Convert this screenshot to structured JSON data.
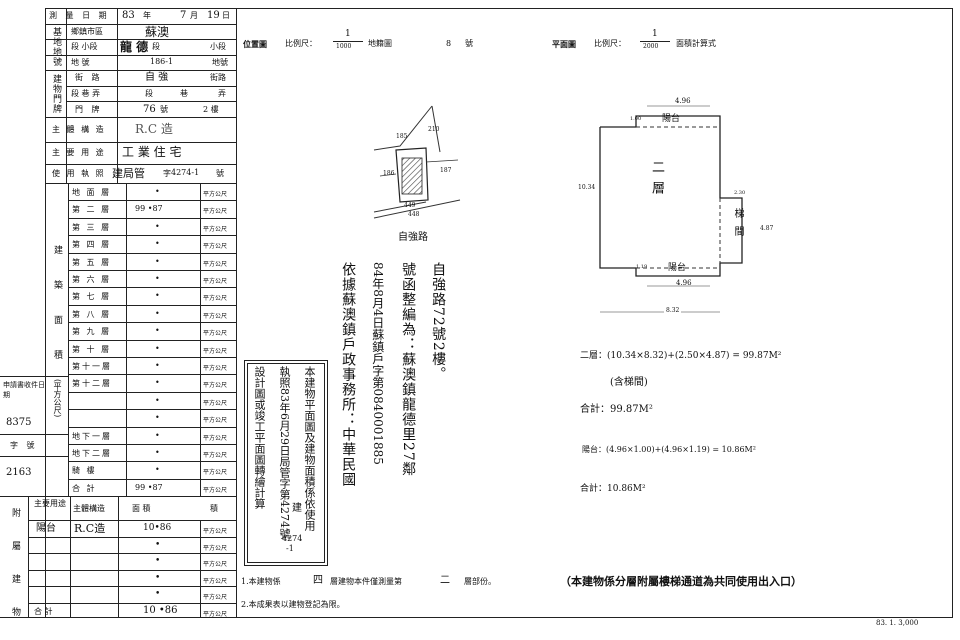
{
  "left_form": {
    "survey_date": {
      "label": "測 量 日 期",
      "year": "83",
      "year_unit": "年",
      "month": "7",
      "month_unit": "月",
      "day": "19",
      "day_unit": "日"
    },
    "site_label": "基地地號",
    "district": {
      "label": "鄉鎮市區",
      "value": "蘇澳"
    },
    "section": {
      "label": "段 小段",
      "value": "龍 德",
      "seg": "段",
      "subseg": "小段"
    },
    "lot": {
      "label": "地 號",
      "value": "186-1",
      "unit": "地號"
    },
    "building_label": "建物門牌",
    "road": {
      "label": "街 路",
      "value": "自 強",
      "unit": "街路"
    },
    "lane": {
      "label": "段 巷 弄",
      "seg": "段",
      "lane": "巷",
      "alley": "弄"
    },
    "number": {
      "label": "門 牌",
      "value": "76",
      "unit": "號",
      "floor": "2 樓"
    },
    "structure": {
      "label": "主 體 構 造",
      "value": "R.C 造"
    },
    "use": {
      "label": "主 要 用 途",
      "value": "工 業 住 宅"
    },
    "permit": {
      "label": "使 用 執 照",
      "value": "建局管",
      "unit": "字",
      "num": "4274-1",
      "num_unit": "號"
    },
    "floors_label": "建築面積",
    "floors": [
      {
        "name": "地 面 層",
        "value": "•"
      },
      {
        "name": "第 二 層",
        "value": "99 •87"
      },
      {
        "name": "第 三 層",
        "value": "•"
      },
      {
        "name": "第 四 層",
        "value": "•"
      },
      {
        "name": "第 五 層",
        "value": "•"
      },
      {
        "name": "第 六 層",
        "value": "•"
      },
      {
        "name": "第 七 層",
        "value": "•"
      },
      {
        "name": "第 八 層",
        "value": "•"
      },
      {
        "name": "第 九 層",
        "value": "•"
      },
      {
        "name": "第 十 層",
        "value": "•"
      },
      {
        "name": "第十一層",
        "value": "•"
      },
      {
        "name": "第十二層",
        "value": "•"
      },
      {
        "name": "",
        "value": "•"
      },
      {
        "name": "",
        "value": "•"
      },
      {
        "name": "地下一層",
        "value": "•"
      },
      {
        "name": "地下二層",
        "value": "•"
      },
      {
        "name": "騎 樓",
        "value": "•"
      },
      {
        "name": "合 計",
        "value": "99 •87"
      }
    ],
    "sqm": "平方公尺",
    "paren_unit": "(平方公尺)",
    "apply_label": "申請書收件日期",
    "apply_value": "8375",
    "word_no_label": "字 號",
    "word_no_value": "2163",
    "appendage_label": "附屬建物",
    "app_header": {
      "use": "主要用途",
      "struct": "主體構造",
      "area": "面 積"
    },
    "app_rows": [
      {
        "use": "陽台",
        "struct": "R.C造",
        "value": "10•86"
      },
      {
        "use": "",
        "struct": "",
        "value": "•"
      },
      {
        "use": "",
        "struct": "",
        "value": "•"
      },
      {
        "use": "",
        "struct": "",
        "value": "•"
      },
      {
        "use": "",
        "struct": "",
        "value": "•"
      }
    ],
    "app_total": {
      "label": "合 計",
      "value": "10 •86"
    }
  },
  "location": {
    "title": "位置圖",
    "scale_label": "比例尺：",
    "num": "1",
    "den": "1000",
    "sheet_label": "地籍圖",
    "sheet_no": "8",
    "sheet_unit": "號",
    "lots": [
      "185",
      "210",
      "186",
      "187",
      "449",
      "448"
    ],
    "road": "自強路"
  },
  "plan": {
    "title": "平面圖",
    "scale_label": "比例尺：",
    "num": "1",
    "den": "2000",
    "calc_label": "面積計算式",
    "dims": {
      "top": "4.96",
      "top_small": "1.00",
      "left": "10.34",
      "right_small": "2.30",
      "right": "4.87",
      "bottom_small": "1.19",
      "bottom": "4.96",
      "width": "8.32"
    },
    "labels": {
      "balcony_top": "陽台",
      "floor": "二層",
      "stair": "梯間",
      "balcony_bottom": "陽台"
    }
  },
  "formulas": [
    "二層：(10.34×8.32)+(2.50×4.87) = 99.87M²",
    "(含梯間)",
    "合計：99.87M²",
    "陽台：(4.96×1.00)+(4.96×1.19) = 10.86M²",
    "合計：10.86M²"
  ],
  "remarks_vertical": [
    "自強路72號2樓。",
    "號函整編為：蘇澳鎮龍德里27鄰",
    "84年8月4日蘇鎮戶字第0840001885",
    "依據蘇澳鎮戶政事務所：中華民國"
  ],
  "note_box": [
    "本建物平面圖及建物面積係依使用",
    "執照83年6月29日局管字第4274號",
    "設計圖或竣工平面圖轉繪計算"
  ],
  "note_box_extra": [
    "建",
    "4274",
    "-1"
  ],
  "footnote1": {
    "a": "1.本建物係",
    "b": "四",
    "c": "層建物本件僅測量第",
    "d": "二",
    "e": "層部份。"
  },
  "footnote2": "2.本成果表以建物登記為限。",
  "bold_note": "（本建物係分層附屬樓梯通道為共同使用出入口）",
  "stamp": "83. 1. 3,000"
}
